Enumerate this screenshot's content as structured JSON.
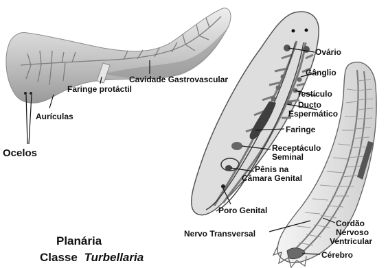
{
  "figure": {
    "title_line1": "Planária",
    "title_line2_prefix": "Classe",
    "title_line2_italic": "Turbellaria"
  },
  "labels": {
    "ocelos": "Ocelos",
    "auriculas": "Aurículas",
    "faringe_protactil": "Faringe protáctil",
    "cavidade": "Cavidade Gastrovascular",
    "ovario": "Ovário",
    "ganglio": "Gânglio",
    "testiculo": "Testículo",
    "ducto_1": "Ducto",
    "ducto_2": "Espermático",
    "faringe": "Faringe",
    "receptaculo_1": "Receptáculo",
    "receptaculo_2": "Seminal",
    "penis_1": "Pênis na",
    "penis_2": "Câmara Genital",
    "poro": "Poro Genital",
    "nervo_transversal": "Nervo Transversal",
    "cordao_1": "Cordão",
    "cordao_2": "Nervoso",
    "cordao_3": "Ventricular",
    "cerebro": "Cérebro"
  },
  "colors": {
    "body_light": "#d6d6d6",
    "body_mid": "#a9a9a9",
    "organ_dark": "#555555",
    "text": "#111111"
  }
}
